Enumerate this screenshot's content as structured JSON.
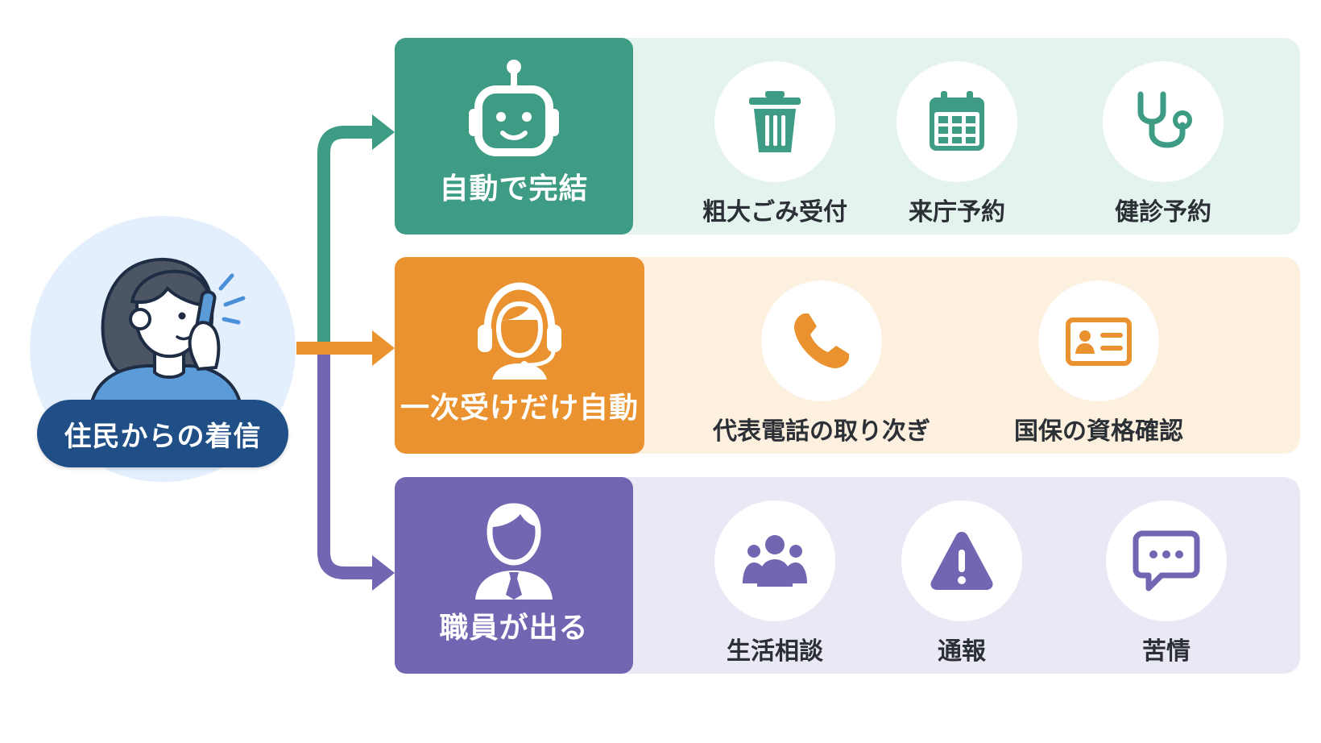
{
  "caller": {
    "label": "住民からの着信",
    "icon": "woman-on-phone-icon"
  },
  "routes": [
    {
      "label": "自動で完結",
      "icon": "robot-icon",
      "color": "#3d9c83",
      "panel_color": "#e5f3ee",
      "options": [
        {
          "label": "粗大ごみ受付",
          "icon": "trash-can-icon"
        },
        {
          "label": "来庁予約",
          "icon": "calendar-icon"
        },
        {
          "label": "健診予約",
          "icon": "stethoscope-icon"
        }
      ]
    },
    {
      "label": "一次受けだけ自動",
      "icon": "headset-operator-icon",
      "color": "#e9922f",
      "panel_color": "#fdf0de",
      "options": [
        {
          "label": "代表電話の取り次ぎ",
          "icon": "phone-icon"
        },
        {
          "label": "国保の資格確認",
          "icon": "id-card-icon"
        }
      ]
    },
    {
      "label": "職員が出る",
      "icon": "staff-person-icon",
      "color": "#7266b2",
      "panel_color": "#ebe8f6",
      "options": [
        {
          "label": "生活相談",
          "icon": "group-icon"
        },
        {
          "label": "通報",
          "icon": "warning-icon"
        },
        {
          "label": "苦情",
          "icon": "chat-bubble-icon"
        }
      ]
    }
  ]
}
